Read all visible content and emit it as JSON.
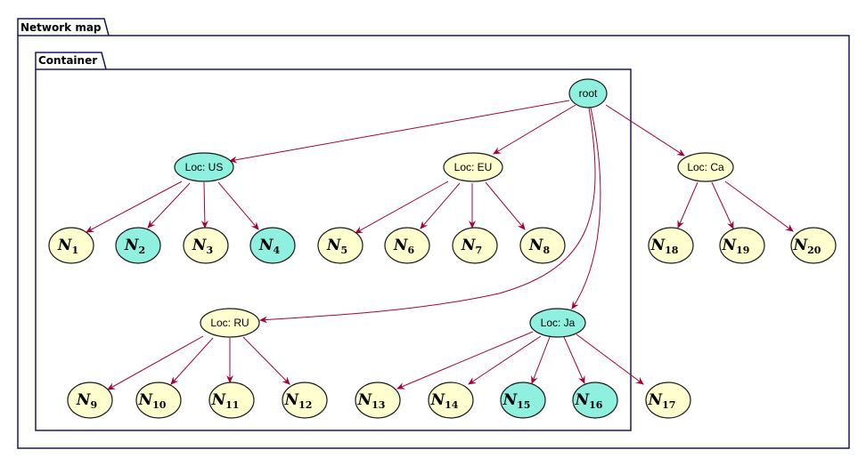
{
  "colors": {
    "highlight": "#8ff0df",
    "normal": "#fefece",
    "edge": "#a80036",
    "frame": "#181860"
  },
  "packages": {
    "outer": {
      "label": "Network map"
    },
    "inner": {
      "label": "Container"
    }
  },
  "root": {
    "label": "root",
    "highlighted": true
  },
  "locations": [
    {
      "id": "us",
      "label": "Loc: US",
      "highlighted": true
    },
    {
      "id": "eu",
      "label": "Loc: EU",
      "highlighted": false
    },
    {
      "id": "ca",
      "label": "Loc: Ca",
      "highlighted": false
    },
    {
      "id": "ru",
      "label": "Loc: RU",
      "highlighted": false
    },
    {
      "id": "ja",
      "label": "Loc: Ja",
      "highlighted": true
    }
  ],
  "nodes": [
    {
      "main": "N",
      "sub": "1",
      "parent": "us",
      "highlighted": false
    },
    {
      "main": "N",
      "sub": "2",
      "parent": "us",
      "highlighted": true
    },
    {
      "main": "N",
      "sub": "3",
      "parent": "us",
      "highlighted": false
    },
    {
      "main": "N",
      "sub": "4",
      "parent": "us",
      "highlighted": true
    },
    {
      "main": "N",
      "sub": "5",
      "parent": "eu",
      "highlighted": false
    },
    {
      "main": "N",
      "sub": "6",
      "parent": "eu",
      "highlighted": false
    },
    {
      "main": "N",
      "sub": "7",
      "parent": "eu",
      "highlighted": false
    },
    {
      "main": "N",
      "sub": "8",
      "parent": "eu",
      "highlighted": false
    },
    {
      "main": "N",
      "sub": "18",
      "parent": "ca",
      "highlighted": false
    },
    {
      "main": "N",
      "sub": "19",
      "parent": "ca",
      "highlighted": false
    },
    {
      "main": "N",
      "sub": "20",
      "parent": "ca",
      "highlighted": false
    },
    {
      "main": "N",
      "sub": "9",
      "parent": "ru",
      "highlighted": false
    },
    {
      "main": "N",
      "sub": "10",
      "parent": "ru",
      "highlighted": false
    },
    {
      "main": "N",
      "sub": "11",
      "parent": "ru",
      "highlighted": false
    },
    {
      "main": "N",
      "sub": "12",
      "parent": "ru",
      "highlighted": false
    },
    {
      "main": "N",
      "sub": "13",
      "parent": "ja",
      "highlighted": false
    },
    {
      "main": "N",
      "sub": "14",
      "parent": "ja",
      "highlighted": false
    },
    {
      "main": "N",
      "sub": "15",
      "parent": "ja",
      "highlighted": true
    },
    {
      "main": "N",
      "sub": "16",
      "parent": "ja",
      "highlighted": true
    },
    {
      "main": "N",
      "sub": "17",
      "parent": "ja",
      "highlighted": false
    }
  ]
}
